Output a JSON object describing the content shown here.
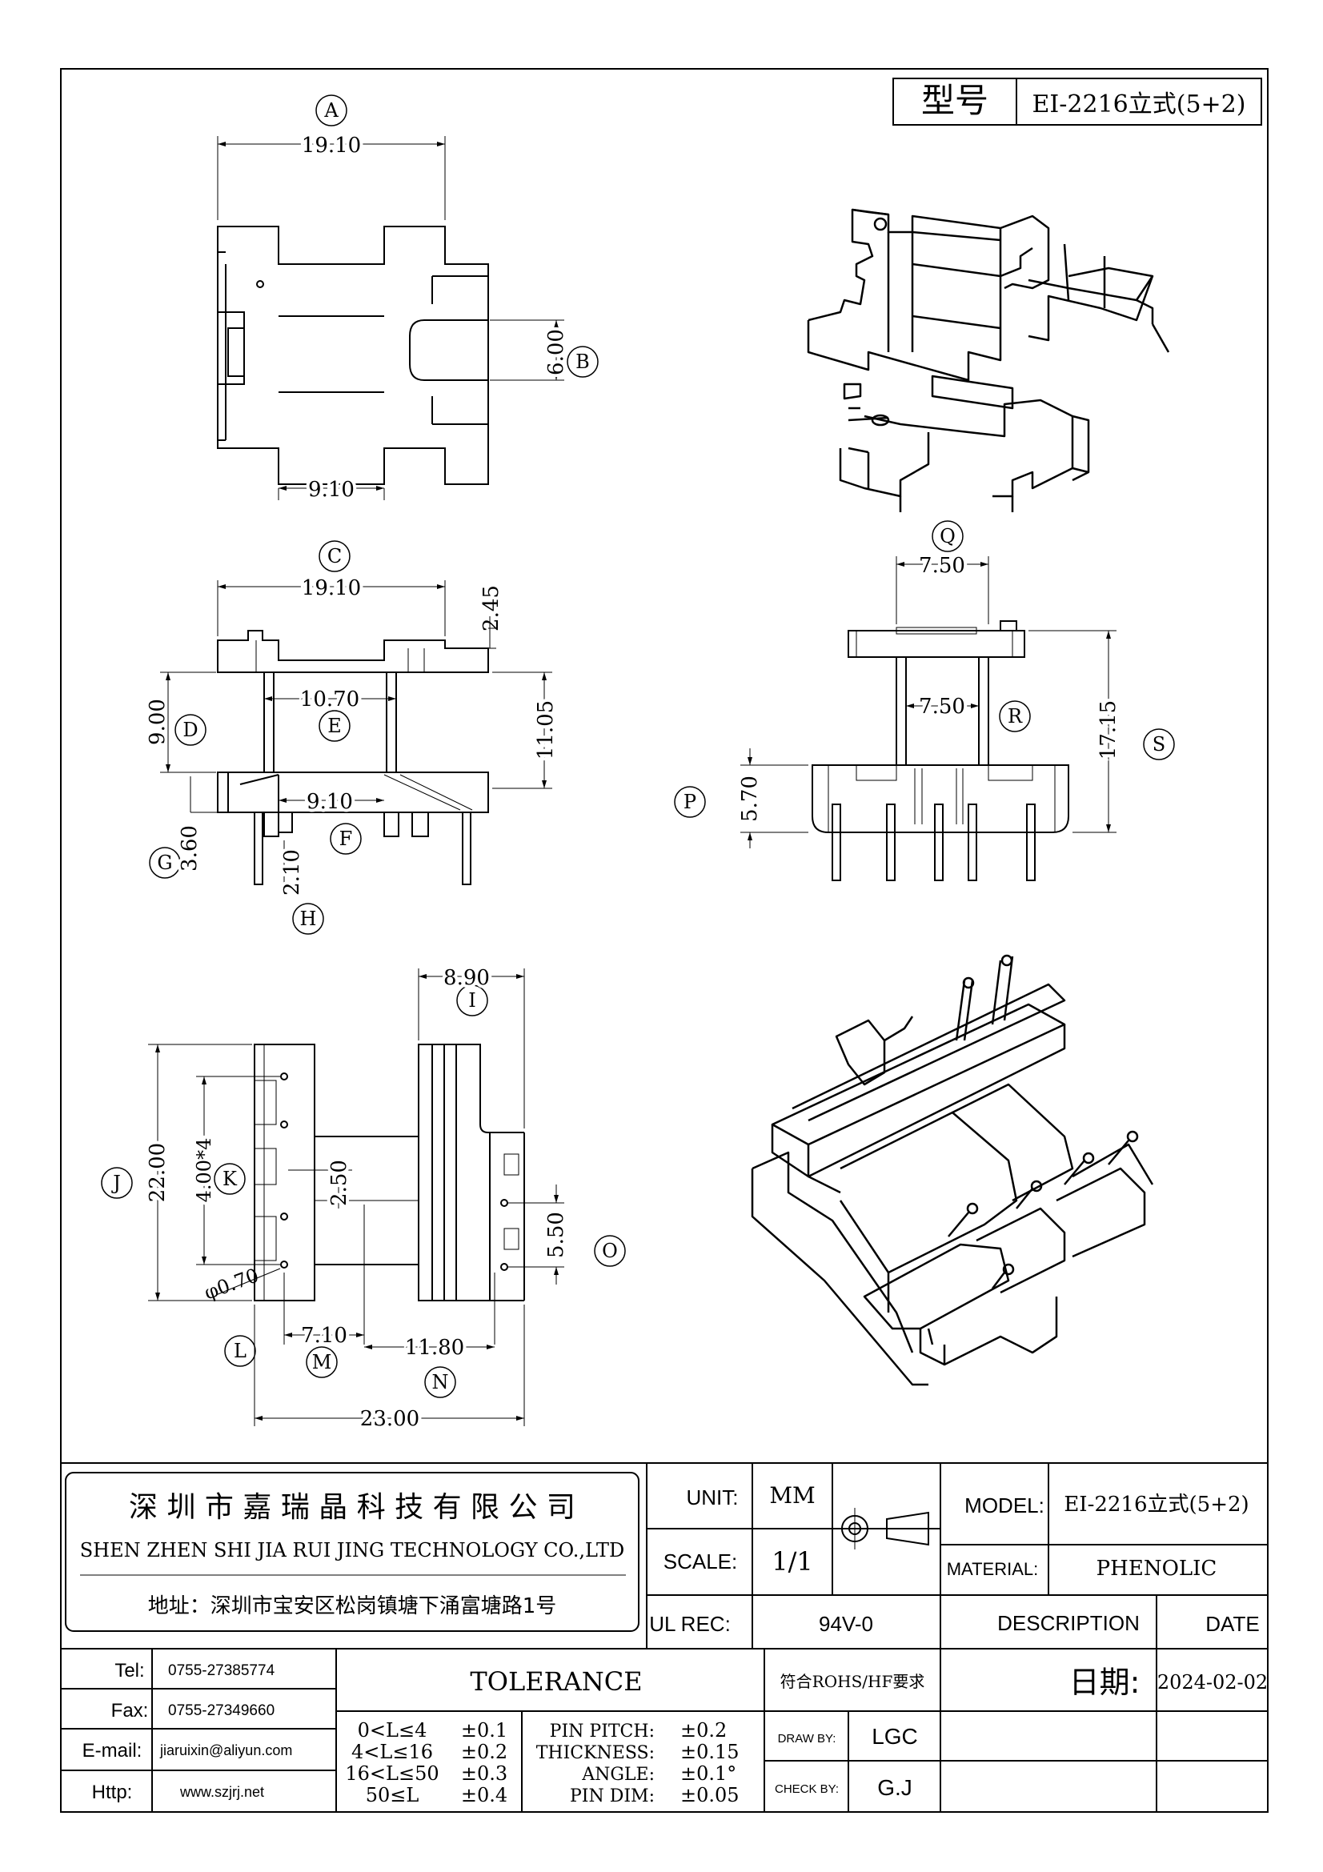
{
  "model_box": {
    "label": "型号",
    "value": "EI-2216立式(5+2)"
  },
  "views": {
    "view_a": {
      "letter": "A",
      "dim_width": "19.10",
      "dim_slot": "6.00",
      "dim_slot_letter": "B",
      "dim_inner": "9.10"
    },
    "view_c": {
      "letter": "C",
      "dim_width": "19.10",
      "dim_top": "2.45",
      "dim_body_h": "9.00",
      "dim_body_letter": "D",
      "dim_window": "10.70",
      "dim_window_letter": "E",
      "dim_total_h": "11.05",
      "dim_base_w": "9.10",
      "dim_base_letter": "F",
      "dim_pin_len": "3.60",
      "dim_pin_letter": "G",
      "dim_notch": "2.10",
      "dim_notch_letter": "H"
    },
    "view_q": {
      "letter": "Q",
      "dim_top_w": "7.50",
      "dim_inner_w": "7.50",
      "dim_inner_letter": "R",
      "dim_height": "17.15",
      "dim_height_letter": "S",
      "dim_base_h": "5.70",
      "dim_base_letter": "P"
    },
    "view_bottom": {
      "dim_top_w": "8.90",
      "dim_top_letter": "I",
      "dim_total_h": "22.00",
      "dim_total_letter": "J",
      "dim_pitch": "4.00*4",
      "dim_pitch_letter": "K",
      "dim_center": "2.50",
      "dim_pin_dia": "φ0.70",
      "dim_pin_letter": "L",
      "dim_left": "7.10",
      "dim_left_letter": "M",
      "dim_right": "11.80",
      "dim_right_letter": "N",
      "dim_total_w": "23.00",
      "dim_side": "5.50",
      "dim_side_letter": "O"
    }
  },
  "title_block": {
    "company_cn": "深 圳 市 嘉 瑞 晶 科 技 有 限 公 司",
    "company_en": "SHEN ZHEN SHI   JIA RUI JING   TECHNOLOGY CO.,LTD",
    "address": "地址：深圳市宝安区松岗镇塘下涌富塘路1号",
    "unit_label": "UNIT:",
    "unit_value": "MM",
    "scale_label": "SCALE:",
    "scale_value": "1/1",
    "ul_label": "UL REC:",
    "ul_value": "94V-0",
    "model_label": "MODEL:",
    "model_value": "EI-2216立式(5+2)",
    "material_label": "MATERIAL:",
    "material_value": "PHENOLIC",
    "description_label": "DESCRIPTION",
    "date_label": "DATE",
    "tel_label": "Tel:",
    "tel_value": "0755-27385774",
    "fax_label": "Fax:",
    "fax_value": "0755-27349660",
    "email_label": "E-mail:",
    "email_value": "jiaruixin@aliyun.com",
    "http_label": "Http:",
    "http_value": "www.szjrj.net",
    "tolerance_title": "TOLERANCE",
    "tol_ranges": [
      {
        "range": "0<L≤4",
        "value": "±0.1"
      },
      {
        "range": "4<L≤16",
        "value": "±0.2"
      },
      {
        "range": "16<L≤50",
        "value": "±0.3"
      },
      {
        "range": "50≤L",
        "value": "±0.4"
      }
    ],
    "tol_items": [
      {
        "name": "PIN PITCH:",
        "value": "±0.2"
      },
      {
        "name": "THICKNESS:",
        "value": "±0.15"
      },
      {
        "name": "ANGLE:",
        "value": "±0.1°"
      },
      {
        "name": "PIN DIM:",
        "value": "±0.05"
      }
    ],
    "rohs": "符合ROHS/HF要求",
    "date_caption": "日期:",
    "date_value": "2024-02-02",
    "draw_label": "DRAW BY:",
    "draw_value": "LGC",
    "check_label": "CHECK BY:",
    "check_value": "G.J"
  }
}
